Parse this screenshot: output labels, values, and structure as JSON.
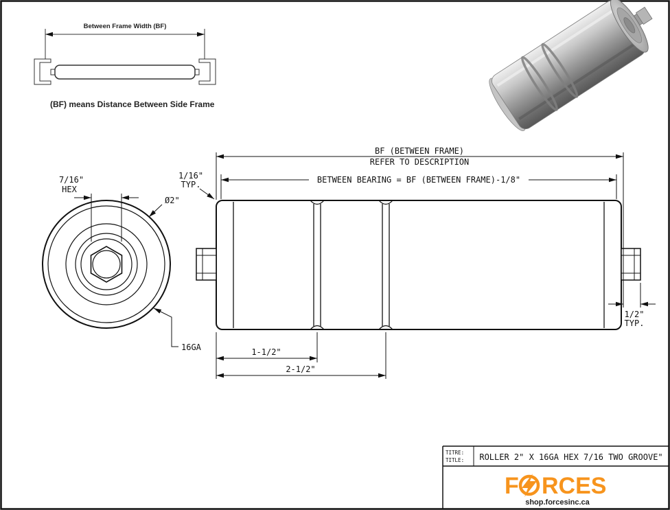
{
  "colors": {
    "line": "#111111",
    "inset_line": "#333333",
    "brand_orange": "#F7941D",
    "url_text": "#222222"
  },
  "inset": {
    "dim_label": "Between Frame Width (BF)",
    "caption": "(BF) means Distance Between Side Frame"
  },
  "dims": {
    "bf1": "BF (BETWEEN FRAME)",
    "bf2": "REFER TO DESCRIPTION",
    "bearing": "BETWEEN BEARING = BF (BETWEEN FRAME)-1/8\"",
    "hex_val": "7/16\"",
    "hex_lbl": "HEX",
    "typl_val": "1/16\"",
    "typl_lbl": "TYP.",
    "dia": "Ø2\"",
    "gauge": "16GA",
    "typr_val": "1/2\"",
    "typr_lbl": "TYP.",
    "d1": "1-1/2\"",
    "d2": "2-1/2\""
  },
  "title_block": {
    "titre_label": "TITRE:",
    "title_label": "TITLE:",
    "title": "ROLLER 2\" X 16GA HEX 7/16 TWO GROOVE\""
  },
  "logo": {
    "brand_f": "F",
    "brand_rces": "RCES",
    "url": "shop.forcesinc.ca"
  }
}
